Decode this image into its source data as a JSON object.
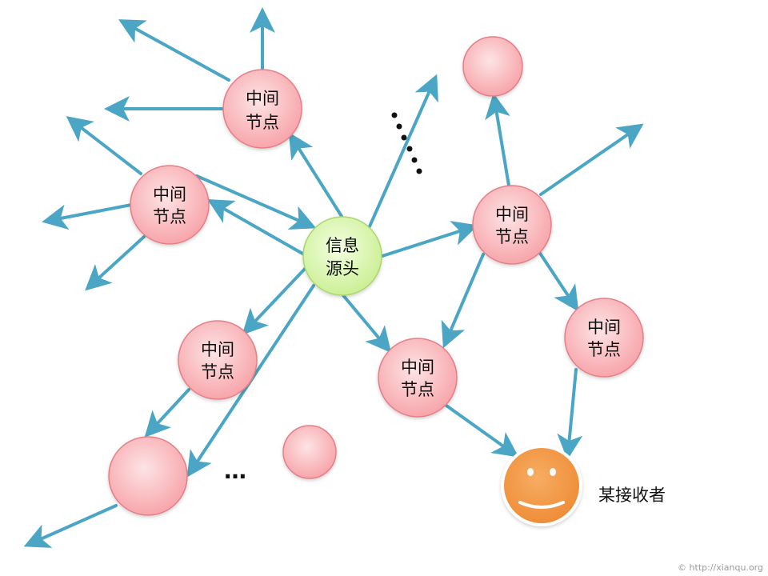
{
  "diagram": {
    "source_node": {
      "line1": "信息",
      "line2": "源头"
    },
    "relay_node": {
      "line1": "中间",
      "line2": "节点"
    },
    "receiver_label": "某接收者",
    "ellipsis_bottom": "…",
    "credit": "© http://xianqu.org"
  },
  "colors": {
    "arrow": "#4aa6c4",
    "relay_fill": "#f9a8ad",
    "relay_stroke": "#e57f87",
    "source_fill": "#d9f5a8",
    "source_stroke": "#a9d86c",
    "receiver_fill": "#f39a46"
  }
}
